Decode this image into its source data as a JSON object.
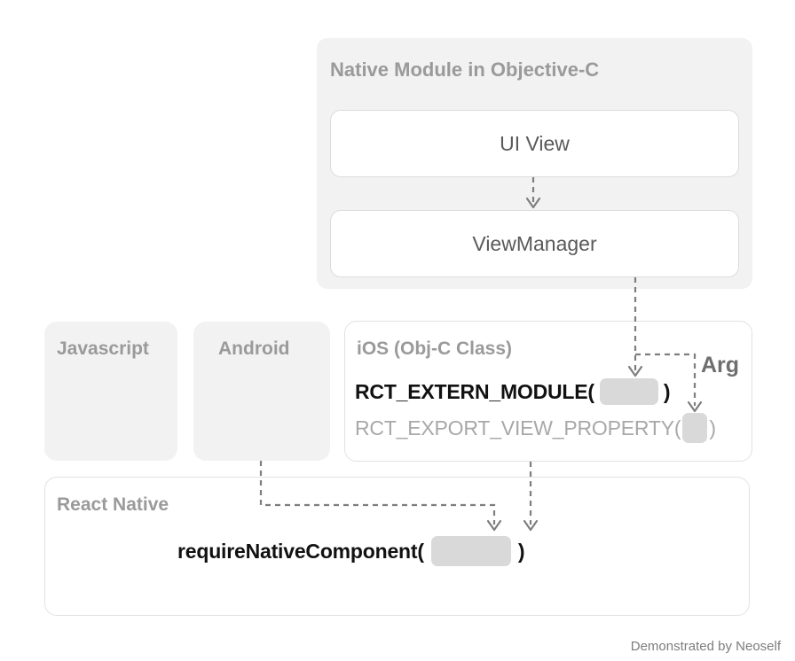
{
  "diagram": {
    "title_native_module": "Native Module in Objective-C",
    "box_ui_view": "UI View",
    "box_view_manager": "ViewManager",
    "card_javascript": "Javascript",
    "card_android": "Android",
    "panel_ios": "iOS (Obj-C Class)",
    "panel_react_native": "React Native",
    "arg_label": "Arg",
    "code": {
      "extern_module_prefix": "RCT_EXTERN_MODULE(",
      "extern_module_suffix": ")",
      "export_view_property_prefix": "RCT_EXPORT_VIEW_PROPERTY(",
      "export_view_property_suffix": ")",
      "require_native_component_prefix": "requireNativeComponent(",
      "require_native_component_suffix": ")"
    },
    "footer": "Demonstrated by Neoself",
    "colors": {
      "panel_fill": "#f2f2f2",
      "panel_border": "#e2e2e2",
      "blank_fill": "#d9d9d9",
      "muted_text": "#9a9a9a",
      "strong_text": "#111111",
      "connector": "#7e7e7e"
    }
  }
}
